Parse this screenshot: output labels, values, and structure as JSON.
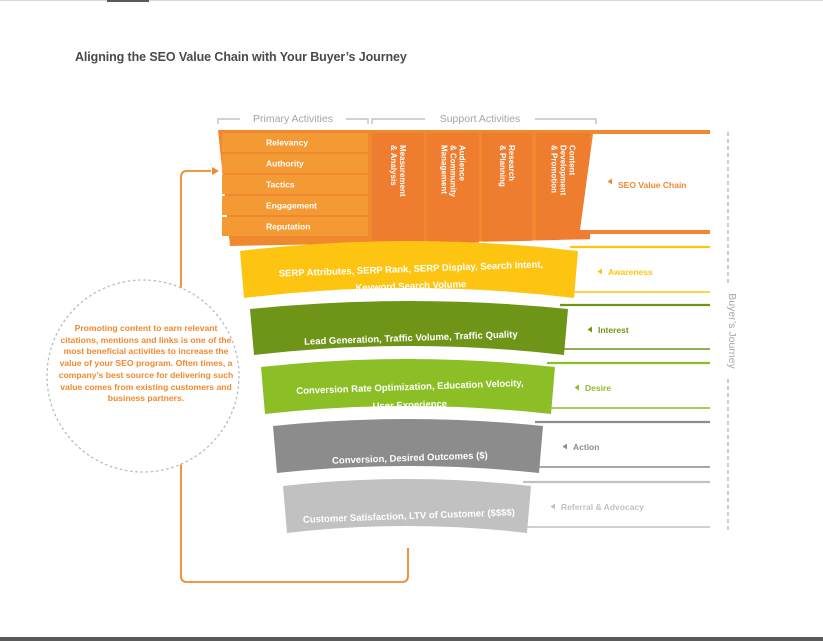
{
  "title": "Aligning the SEO Value Chain with Your Buyer’s Journey",
  "headers": {
    "primary": "Primary Activities",
    "support": "Support Activities",
    "journey": "Buyer’s Journey"
  },
  "primary_activities": [
    "Relevancy",
    "Authority",
    "Tactics",
    "Engagement",
    "Reputation"
  ],
  "support_activities": [
    [
      "Measurement",
      "& Analysis"
    ],
    [
      "Audience",
      "& Community",
      "Management"
    ],
    [
      "Research",
      "& Planning"
    ],
    [
      "Content",
      "Development",
      "& Promotion"
    ]
  ],
  "stages": [
    {
      "label": "SEO Value Chain"
    },
    {
      "lines": [
        "SERP Attributes, SERP Rank, SERP Display, Search Intent,",
        "Keyword Search Volume"
      ],
      "label": "Awareness"
    },
    {
      "lines": [
        "Lead Generation, Traffic Volume, Traffic Quality"
      ],
      "label": "Interest"
    },
    {
      "lines": [
        "Conversion Rate Optimization, Education Velocity,",
        "User Experience"
      ],
      "label": "Desire"
    },
    {
      "lines": [
        "Conversion, Desired Outcomes ($)"
      ],
      "label": "Action"
    },
    {
      "lines": [
        "Customer Satisfaction, LTV of Customer ($$$$)"
      ],
      "label": "Referral & Advocacy"
    }
  ],
  "callout": "Promoting content to earn relevant citations, mentions and links is one of the most beneficial activities to increase the value of your SEO program. Often times, a company’s best source for delivering such value comes from existing customers and business partners.",
  "colors": {
    "orange": "#f0892d",
    "primary_box": "#f49a34",
    "support_box": "#ee7d2f",
    "awareness": "#fdc511",
    "interest": "#6f9518",
    "desire": "#8cbf26",
    "action": "#8c8c8c",
    "referral": "#c1c1c1",
    "gray_text": "#a4a4a4"
  }
}
